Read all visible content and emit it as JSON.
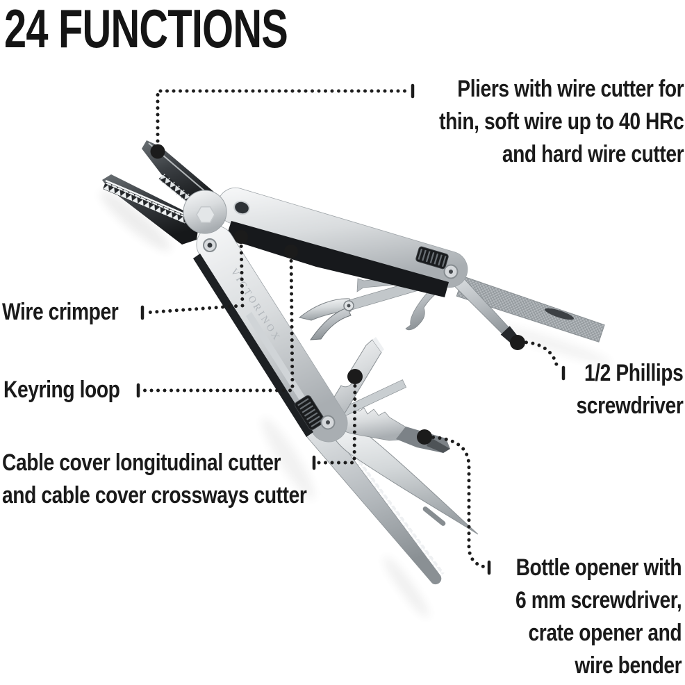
{
  "title": "24 FUNCTIONS",
  "engraving": "VICTORINOX",
  "labels": {
    "pliers": {
      "lines": [
        "Pliers with wire cutter for",
        "thin, soft wire up to 40 HRc",
        "and hard wire cutter"
      ],
      "align": "right"
    },
    "wire_crimper": {
      "lines": [
        "Wire crimper"
      ],
      "align": "left"
    },
    "keyring_loop": {
      "lines": [
        "Keyring loop"
      ],
      "align": "left"
    },
    "cable_cutter": {
      "lines": [
        "Cable cover longitudinal cutter",
        "and cable cover crossways cutter"
      ],
      "align": "left"
    },
    "phillips": {
      "lines": [
        "1/2 Phillips",
        "screwdriver"
      ],
      "align": "right"
    },
    "bottle_opener": {
      "lines": [
        "Bottle opener with",
        "6 mm screwdriver,",
        "crate opener and",
        "wire bender"
      ],
      "align": "right"
    }
  },
  "colors": {
    "background": "#ffffff",
    "text": "#1a1a1a",
    "leader": "#1c1c1c",
    "metal_light": "#f4f6f7",
    "metal_mid": "#b9bec2",
    "metal_dark": "#5b6065",
    "steel_black": "#17191c"
  }
}
